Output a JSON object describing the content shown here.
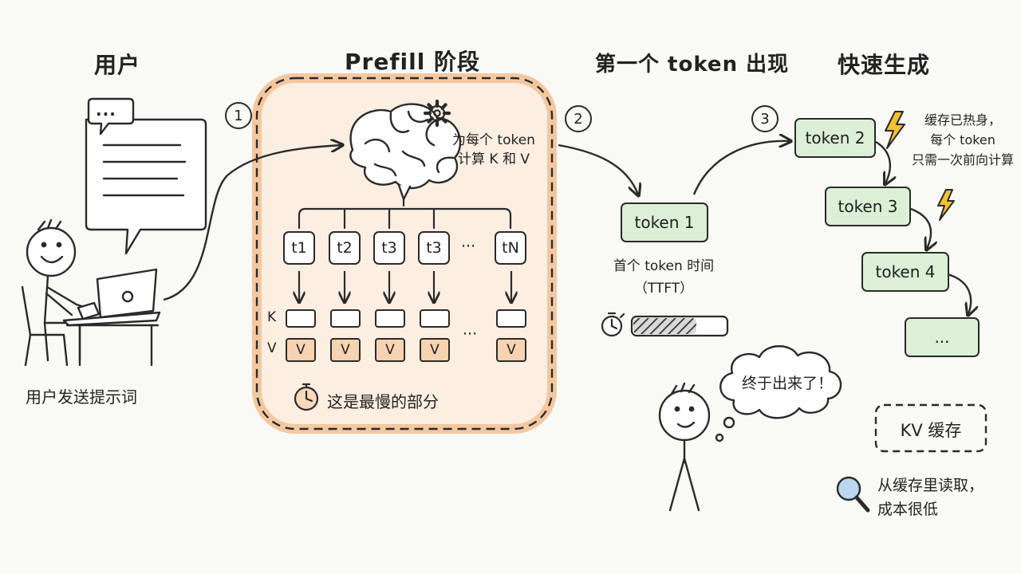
{
  "titles": {
    "user": "用户",
    "prefill": "Prefill 阶段",
    "first_token": "第一个 token 出现",
    "fast_gen": "快速生成"
  },
  "steps": [
    "1",
    "2",
    "3"
  ],
  "user": {
    "speech_dots": "...",
    "caption": "用户发送提示词"
  },
  "prefill": {
    "note_line1": "为每个 token",
    "note_line2": "计算 K 和 V",
    "tokens": [
      "t1",
      "t2",
      "t3",
      "t3",
      "tN"
    ],
    "ellipsis": "···",
    "k_label": "K",
    "v_label": "V",
    "v_value": "V",
    "slowest_note": "这是最慢的部分"
  },
  "first_token": {
    "token_label": "token 1",
    "ttft_line1": "首个 token 时间",
    "ttft_line2": "（TTFT）"
  },
  "fast_gen": {
    "tokens": [
      "token 2",
      "token 3",
      "token 4",
      "..."
    ],
    "note_line1": "缓存已热身，",
    "note_line2": "每个 token",
    "note_line3": "只需一次前向计算"
  },
  "observer": {
    "thought": "终于出来了！"
  },
  "kv_cache": {
    "label": "KV 缓存",
    "note_line1": "从缓存里读取，",
    "note_line2": "成本很低"
  },
  "colors": {
    "prefill_fill": "#fdeee2",
    "prefill_border": "#f3c8a0",
    "token_green": "#dcefd7",
    "value_orange": "#f7d3b1",
    "lightning": "#f2c230"
  }
}
